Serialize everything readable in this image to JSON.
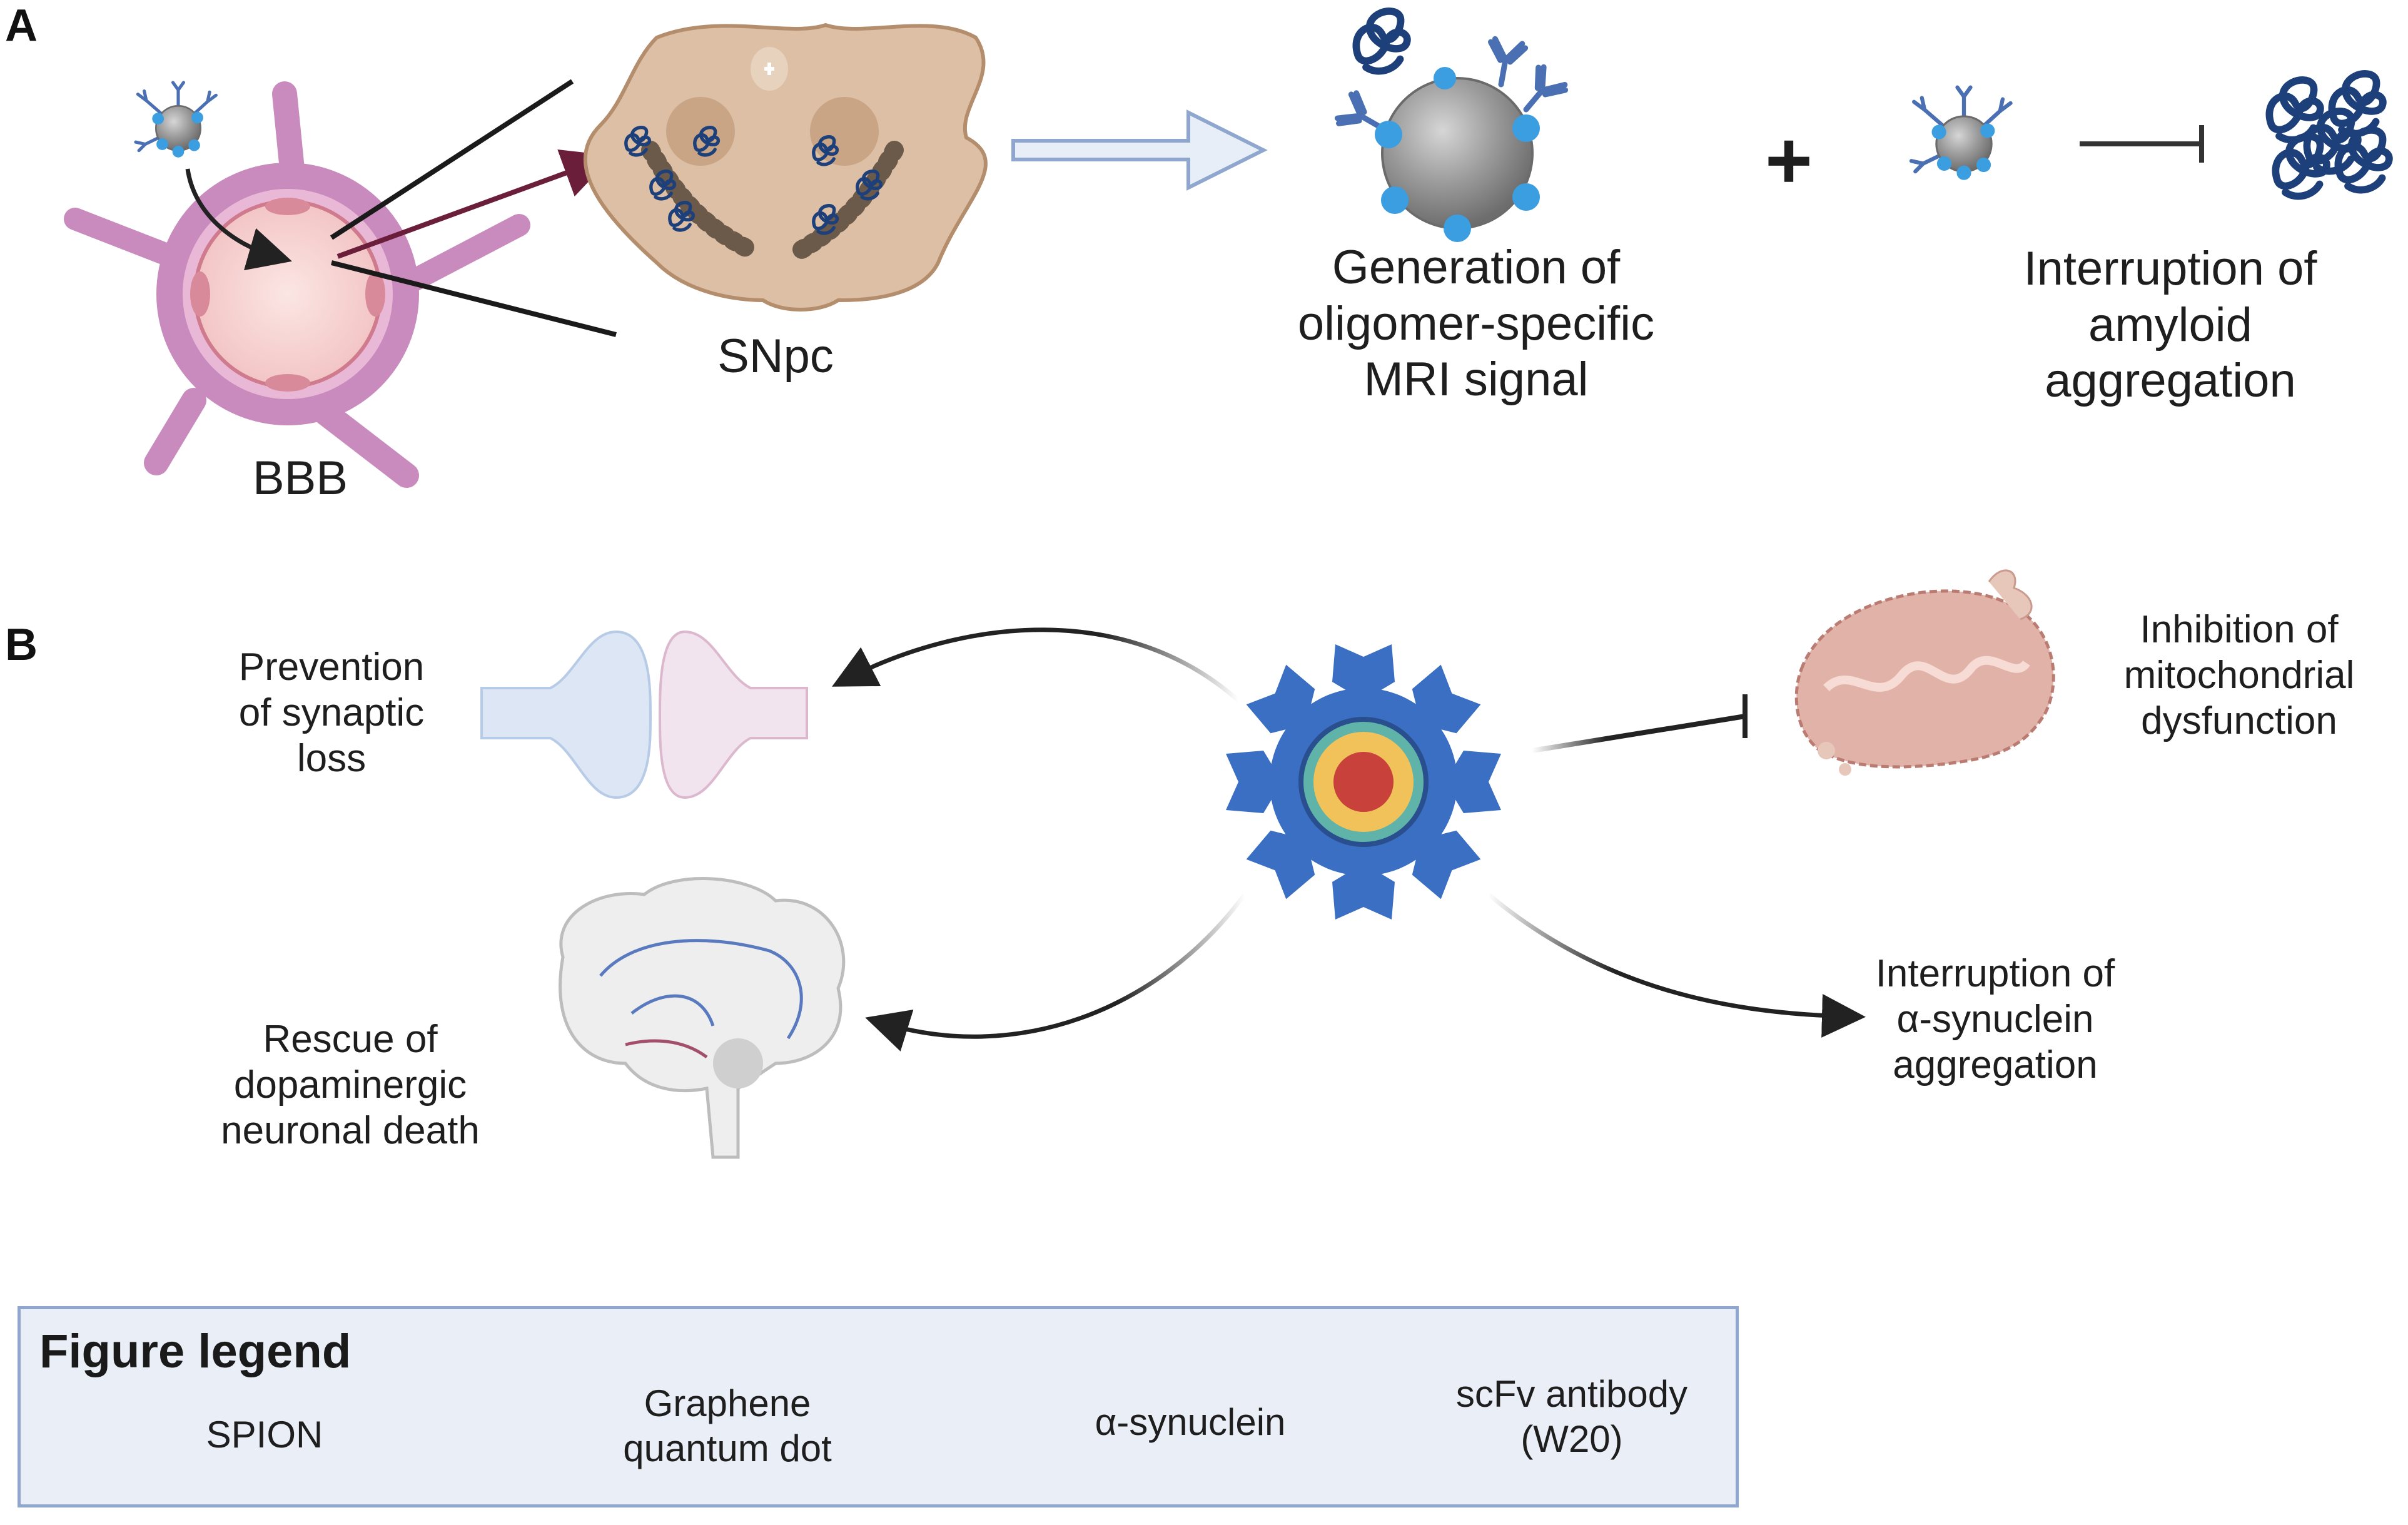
{
  "panel_a": {
    "letter": "A",
    "bbb_label": "BBB",
    "snpc_label": "SNpc",
    "mri_label": [
      "Generation of",
      "oligomer-specific",
      "MRI signal"
    ],
    "plus": "+",
    "amyloid_label": [
      "Interruption of",
      "amyloid",
      "aggregation"
    ]
  },
  "panel_b": {
    "letter": "B",
    "synaptic_label": [
      "Prevention",
      "of synaptic",
      "loss"
    ],
    "dopaminergic_label": [
      "Rescue of",
      "dopaminergic",
      "neuronal death"
    ],
    "mito_label": [
      "Inhibition of",
      "mitochondrial",
      "dysfunction"
    ],
    "synuclein_label": [
      "Interruption of",
      "α-synuclein",
      "aggregation"
    ]
  },
  "legend": {
    "title": "Figure legend",
    "items": [
      {
        "icon": "spion-icon",
        "label": [
          "SPION"
        ]
      },
      {
        "icon": "graphene-quantum-dot-icon",
        "label": [
          "Graphene",
          "quantum dot"
        ]
      },
      {
        "icon": "alpha-synuclein-icon",
        "label": [
          "α-synuclein"
        ]
      },
      {
        "icon": "scfv-antibody-icon",
        "label": [
          "scFv antibody",
          "(W20)"
        ]
      }
    ]
  },
  "colors": {
    "vessel": "#c98bbd",
    "vessel_fill": "#f7d6d6",
    "midbrain": "#d9b89a",
    "spion_gray": "#8e8e8e",
    "spion_dot": "#3b9ee0",
    "antibody": "#4a6fb3",
    "synuclein": "#1d3f7a",
    "gqd_outer": "#3a6fc4",
    "gqd_core": "#c8413a",
    "mito": "#d9a79c",
    "legend_bg": "#e9eef7",
    "legend_border": "#8fa7cf"
  }
}
